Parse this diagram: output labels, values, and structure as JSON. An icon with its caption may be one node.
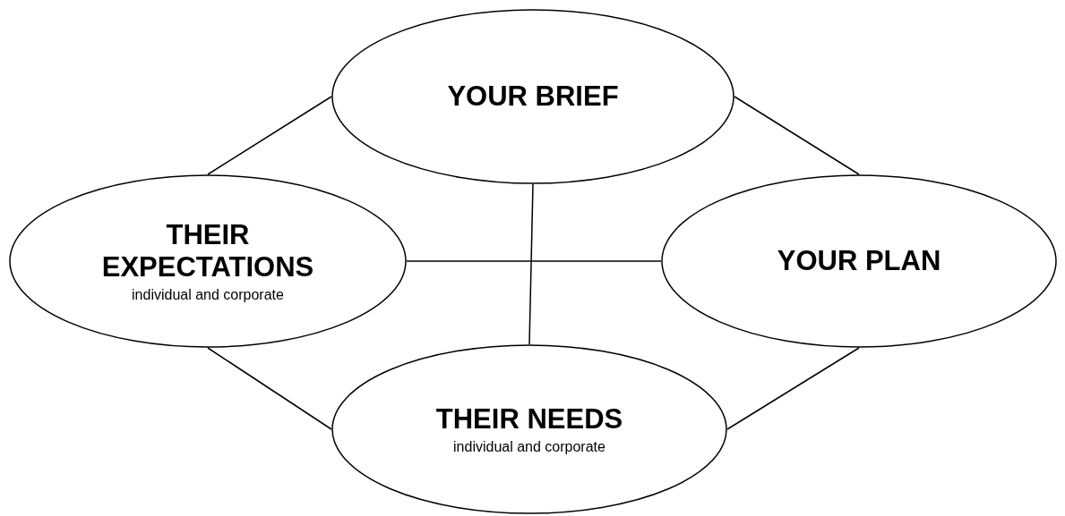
{
  "diagram": {
    "nodes": [
      {
        "text": [
          "YOUR BRIEF"
        ]
      },
      {
        "text": [
          "THEIR EXPECTATIONS",
          "individual and corporate"
        ]
      },
      {
        "text": [
          "YOUR PLAN"
        ]
      },
      {
        "text": [
          "THEIR NEEDS",
          "individual and corporate"
        ]
      }
    ],
    "edges": [
      {
        "from": 0,
        "to": 1,
        "arrow": "none"
      },
      {
        "from": 0,
        "to": 2,
        "arrow": "none"
      },
      {
        "from": 1,
        "to": 2,
        "arrow": "none"
      },
      {
        "from": 0,
        "to": 3,
        "arrow": "none"
      },
      {
        "from": 1,
        "to": 3,
        "arrow": "none"
      },
      {
        "from": 2,
        "to": 3,
        "arrow": "none"
      }
    ]
  }
}
